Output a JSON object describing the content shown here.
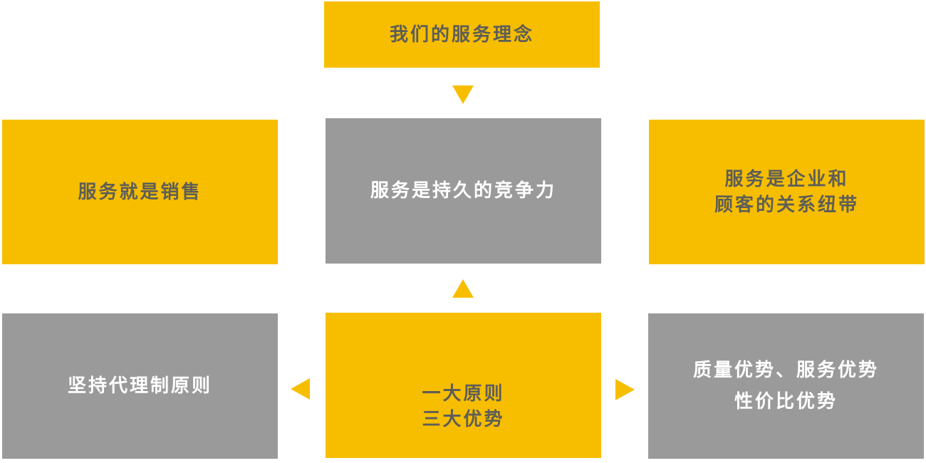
{
  "colors": {
    "yellow": "#F7BE00",
    "gray": "#9a9a9a",
    "dark_text": "#5e5e58"
  },
  "nodes": {
    "top": "我们的服务理念",
    "left_mid": "服务就是销售",
    "center_mid": "服务是持久的竞争力",
    "right_mid": "服务是企业和\n顾客的关系纽带",
    "left_bottom": "坚持代理制原则",
    "center_bottom": "一大原则\n三大优势",
    "right_bottom": "质量优势、服务优势\n性价比优势"
  }
}
